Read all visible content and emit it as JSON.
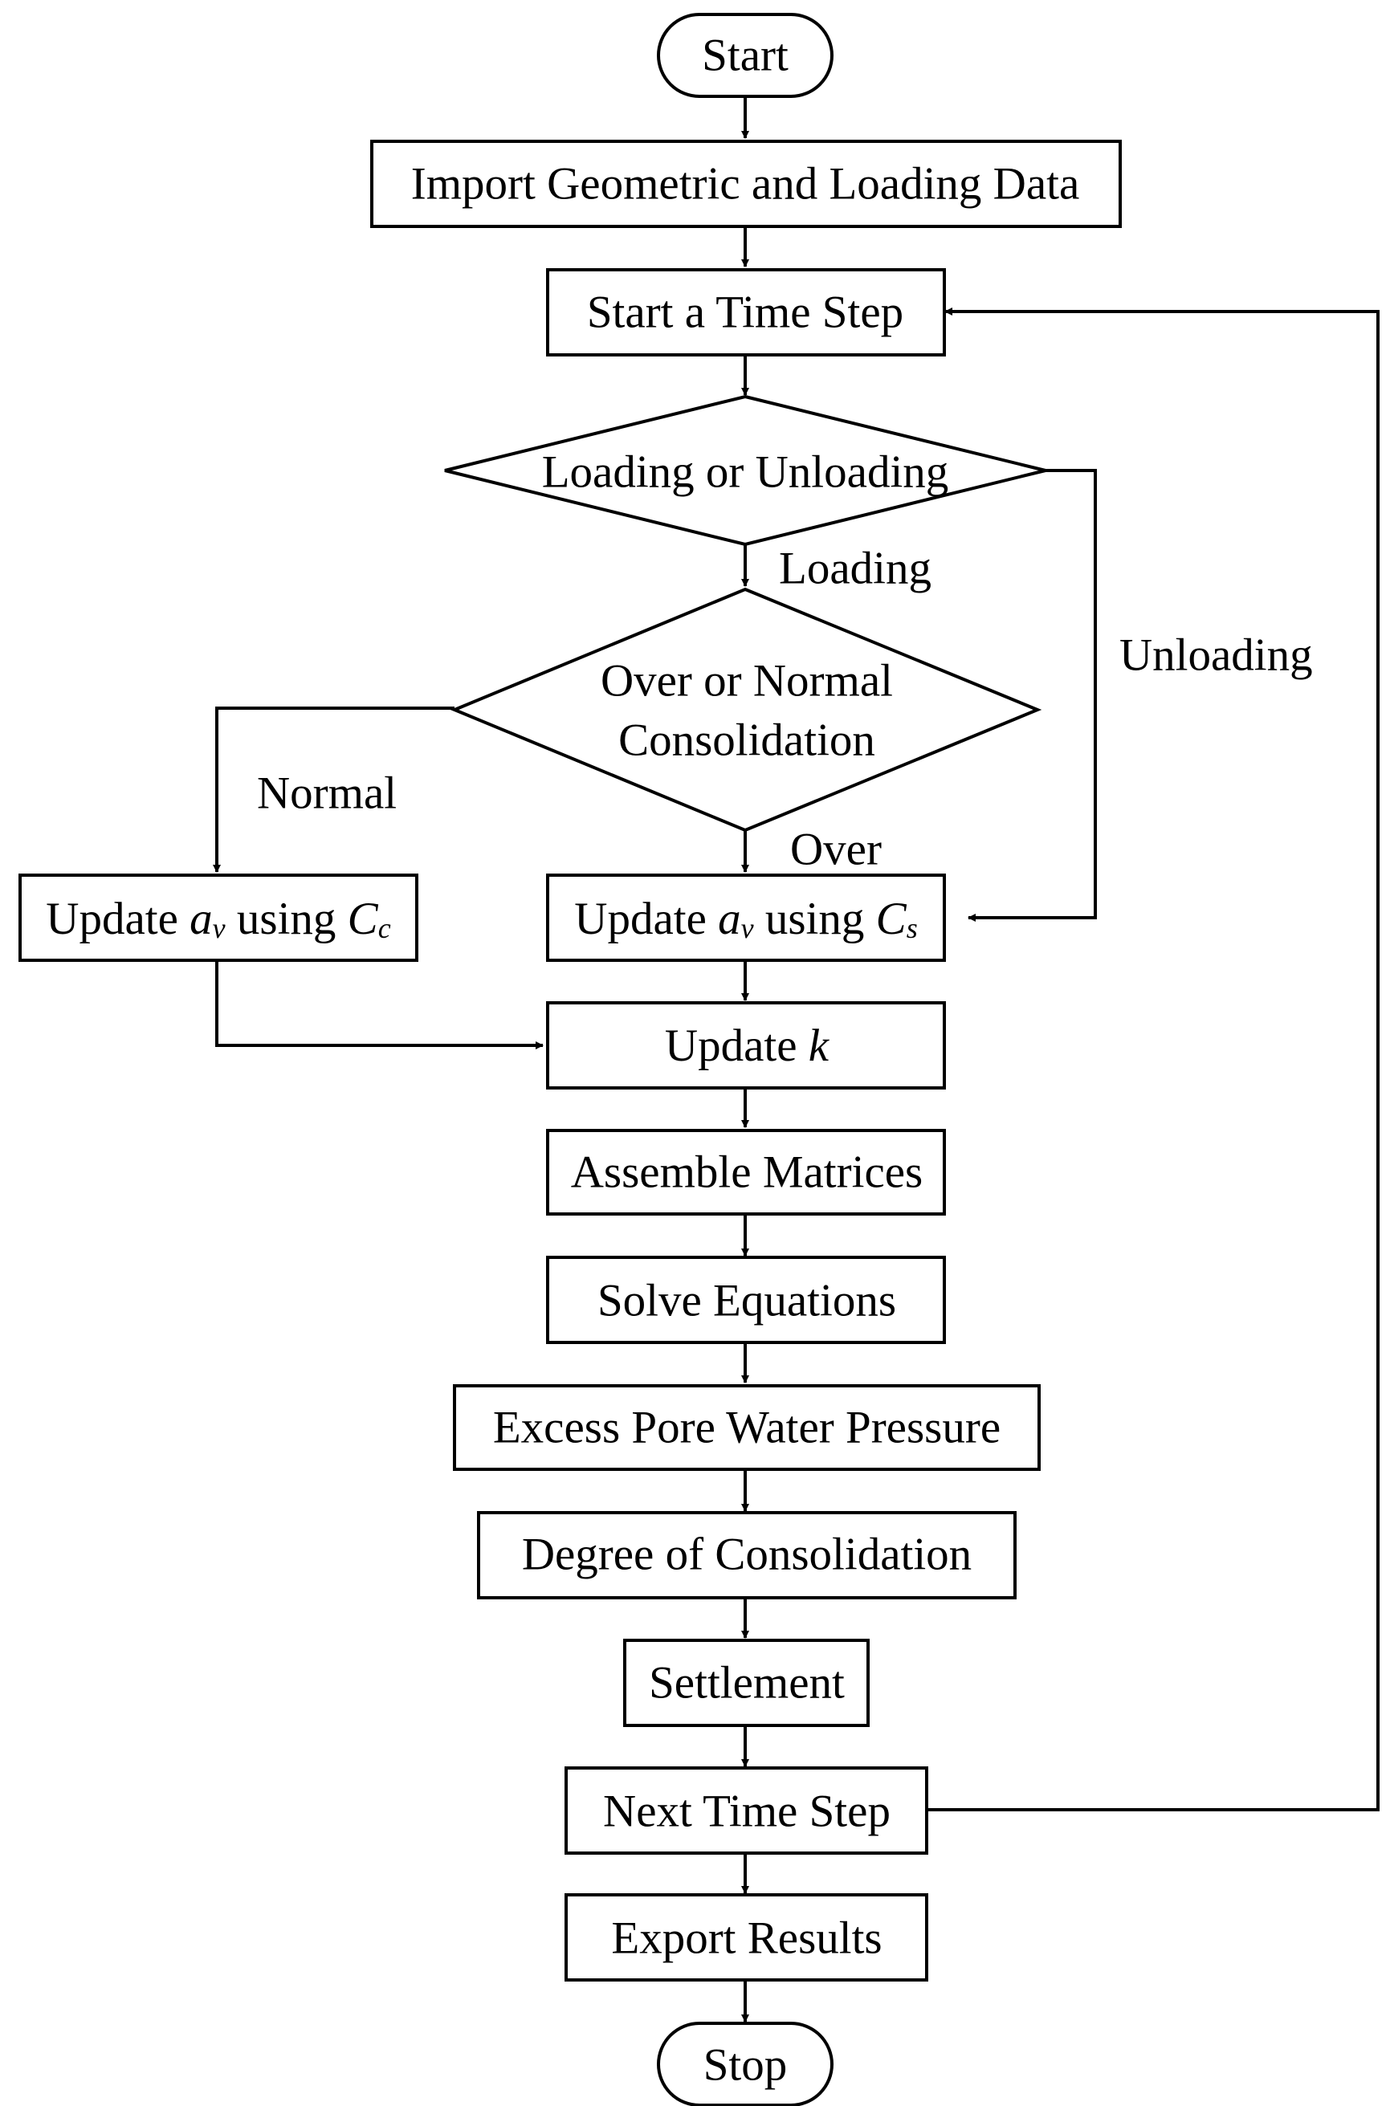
{
  "nodes": {
    "start": "Start",
    "import": "Import Geometric and Loading Data",
    "start_step": "Start a Time Step",
    "load_decision": "Loading or Unloading",
    "consol_decision_line1": "Over or Normal",
    "consol_decision_line2": "Consolidation",
    "update_cc": {
      "prefix": "Update ",
      "var": "a",
      "var_sub": "v",
      "mid": " using ",
      "coef": "C",
      "coef_sub": "c"
    },
    "update_cs": {
      "prefix": "Update ",
      "var": "a",
      "var_sub": "v",
      "mid": " using ",
      "coef": "C",
      "coef_sub": "s"
    },
    "update_k": {
      "prefix": "Update ",
      "var": "k"
    },
    "assemble": "Assemble Matrices",
    "solve": "Solve Equations",
    "pore": "Excess Pore Water Pressure",
    "degree": "Degree of Consolidation",
    "settlement": "Settlement",
    "next_step": "Next Time Step",
    "export": "Export Results",
    "stop": "Stop"
  },
  "edges": {
    "loading": "Loading",
    "unloading": "Unloading",
    "normal": "Normal",
    "over": "Over"
  },
  "colors": {
    "stroke": "#000000",
    "fill": "#ffffff"
  }
}
